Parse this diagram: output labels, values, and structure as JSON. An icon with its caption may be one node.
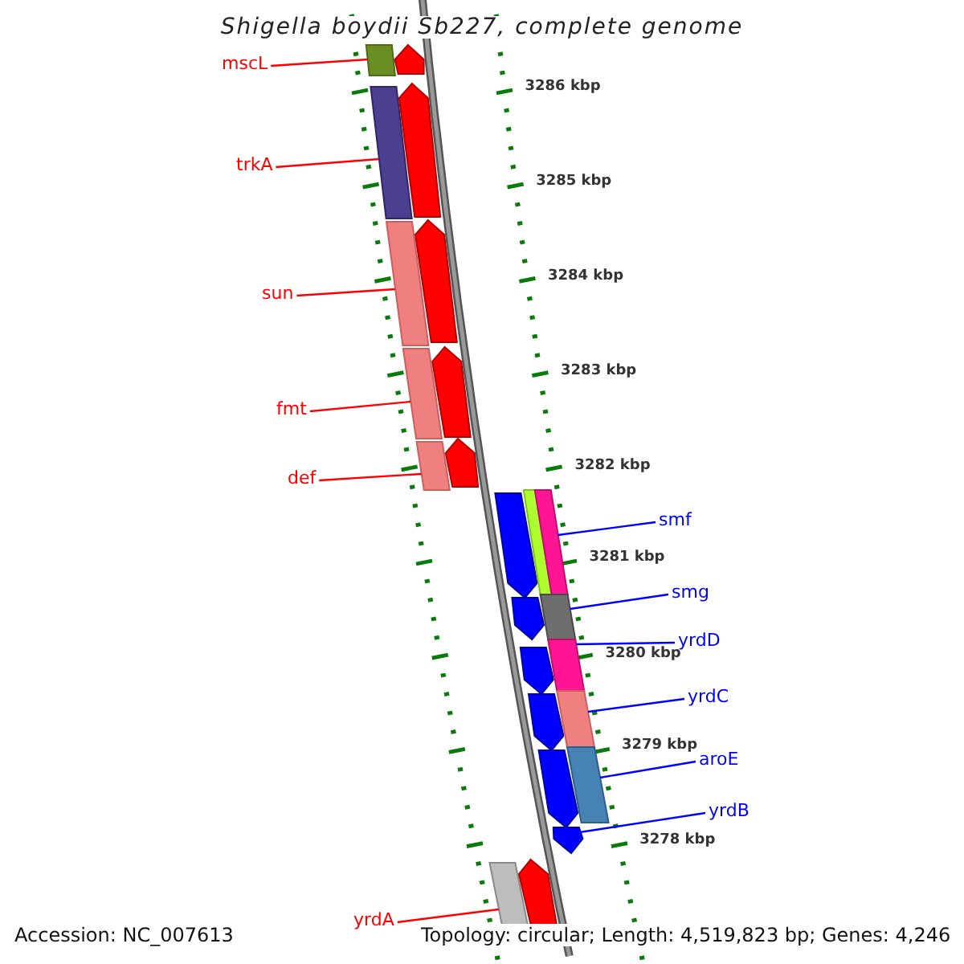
{
  "diagram": {
    "title": "Shigella boydii Sb227, complete genome",
    "nodes": [
      {
        "text": [
          "mscL"
        ]
      },
      {
        "text": [
          "trkA"
        ]
      },
      {
        "text": [
          "sun"
        ]
      },
      {
        "text": [
          "fmt"
        ]
      },
      {
        "text": [
          "def"
        ]
      },
      {
        "text": [
          "smf"
        ]
      },
      {
        "text": [
          "smg"
        ]
      },
      {
        "text": [
          "yrdD"
        ]
      },
      {
        "text": [
          "yrdC"
        ]
      },
      {
        "text": [
          "aroE"
        ]
      },
      {
        "text": [
          "yrdB"
        ]
      },
      {
        "text": [
          "yrdA"
        ]
      },
      {
        "text": [],
        "shape": "bar"
      },
      {
        "text": [],
        "shape": "arrow"
      },
      {
        "text": [],
        "shape": "bar"
      },
      {
        "text": [],
        "shape": "arrow"
      },
      {
        "text": [],
        "shape": "bar"
      },
      {
        "text": [],
        "shape": "arrow"
      },
      {
        "text": [],
        "shape": "bar"
      },
      {
        "text": [],
        "shape": "arrow"
      },
      {
        "text": [],
        "shape": "bar"
      },
      {
        "text": [],
        "shape": "arrow"
      },
      {
        "text": [],
        "shape": "arrow"
      },
      {
        "text": [],
        "shape": "bar"
      },
      {
        "text": [],
        "shape": "bar"
      },
      {
        "text": [],
        "shape": "arrow"
      },
      {
        "text": [],
        "shape": "bar"
      },
      {
        "text": [],
        "shape": "arrow"
      },
      {
        "text": [],
        "shape": "bar"
      },
      {
        "text": [],
        "shape": "arrow"
      },
      {
        "text": [],
        "shape": "bar"
      },
      {
        "text": [],
        "shape": "arrow"
      },
      {
        "text": [],
        "shape": "bar"
      },
      {
        "text": [],
        "shape": "arrow"
      },
      {
        "text": [],
        "shape": "bar"
      },
      {
        "text": [],
        "shape": "arrow"
      }
    ],
    "edges": [
      {
        "from": 0,
        "to": 12,
        "arrow": "none"
      },
      {
        "from": 1,
        "to": 14,
        "arrow": "none"
      },
      {
        "from": 2,
        "to": 16,
        "arrow": "none"
      },
      {
        "from": 3,
        "to": 18,
        "arrow": "none"
      },
      {
        "from": 4,
        "to": 20,
        "arrow": "none"
      },
      {
        "from": 5,
        "to": 24,
        "arrow": "none",
        "color": "#0000ff"
      },
      {
        "from": 6,
        "to": 26,
        "arrow": "none",
        "color": "#0000ff"
      },
      {
        "from": 7,
        "to": 28,
        "arrow": "none",
        "color": "#0000ff"
      },
      {
        "from": 8,
        "to": 30,
        "arrow": "none",
        "color": "#0000ff"
      },
      {
        "from": 9,
        "to": 32,
        "arrow": "none",
        "color": "#0000ff"
      },
      {
        "from": 10,
        "to": 33,
        "arrow": "none",
        "color": "#0000ff"
      },
      {
        "from": 11,
        "to": 34,
        "arrow": "none"
      }
    ],
    "labels": [
      "3286 kbp",
      "3285 kbp",
      "3284 kbp",
      "3283 kbp",
      "3282 kbp",
      "3281 kbp",
      "3280 kbp",
      "3279 kbp",
      "3278 kbp",
      "Accession: NC_007613",
      "Topology: circular; Length: 4,519,823 bp; Genes: 4,246"
    ]
  }
}
